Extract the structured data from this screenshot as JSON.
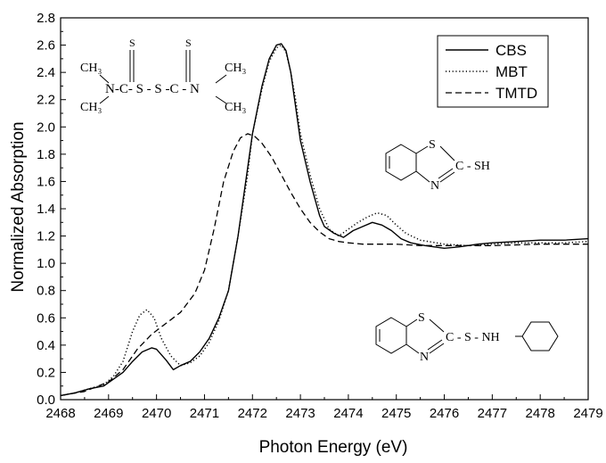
{
  "chart_data": {
    "type": "line",
    "xlabel": "Photon Energy (eV)",
    "ylabel": "Normalized Absorption",
    "xlim": [
      2468,
      2479
    ],
    "ylim": [
      0.0,
      2.8
    ],
    "xticks": [
      "2468",
      "2469",
      "2470",
      "2471",
      "2472",
      "2473",
      "2474",
      "2475",
      "2476",
      "2477",
      "2478",
      "2479"
    ],
    "yticks": [
      "0.0",
      "0.2",
      "0.4",
      "0.6",
      "0.8",
      "1.0",
      "1.2",
      "1.4",
      "1.6",
      "1.8",
      "2.0",
      "2.2",
      "2.4",
      "2.6",
      "2.8"
    ],
    "grid": false,
    "legend_position": "top-right",
    "series": [
      {
        "name": "CBS",
        "style": "solid",
        "x": [
          2468.0,
          2468.3,
          2468.6,
          2468.9,
          2469.1,
          2469.3,
          2469.5,
          2469.7,
          2469.9,
          2470.0,
          2470.1,
          2470.2,
          2470.35,
          2470.5,
          2470.7,
          2470.9,
          2471.1,
          2471.3,
          2471.5,
          2471.7,
          2471.9,
          2472.0,
          2472.2,
          2472.35,
          2472.5,
          2472.6,
          2472.7,
          2472.8,
          2472.9,
          2473.0,
          2473.2,
          2473.4,
          2473.5,
          2473.7,
          2473.9,
          2474.1,
          2474.3,
          2474.5,
          2474.7,
          2474.9,
          2475.1,
          2475.3,
          2475.6,
          2476.0,
          2476.3,
          2476.7,
          2477.0,
          2477.5,
          2478.0,
          2478.5,
          2479.0
        ],
        "y": [
          0.03,
          0.05,
          0.08,
          0.1,
          0.15,
          0.2,
          0.28,
          0.35,
          0.38,
          0.37,
          0.33,
          0.29,
          0.22,
          0.25,
          0.28,
          0.35,
          0.45,
          0.6,
          0.8,
          1.2,
          1.7,
          1.95,
          2.3,
          2.5,
          2.6,
          2.61,
          2.56,
          2.4,
          2.15,
          1.9,
          1.6,
          1.35,
          1.27,
          1.22,
          1.19,
          1.24,
          1.27,
          1.3,
          1.28,
          1.24,
          1.18,
          1.15,
          1.13,
          1.11,
          1.12,
          1.14,
          1.15,
          1.16,
          1.17,
          1.17,
          1.18
        ]
      },
      {
        "name": "MBT",
        "style": "dotted",
        "x": [
          2468.0,
          2468.3,
          2468.6,
          2468.9,
          2469.1,
          2469.3,
          2469.5,
          2469.65,
          2469.8,
          2469.95,
          2470.1,
          2470.3,
          2470.5,
          2470.7,
          2470.9,
          2471.1,
          2471.3,
          2471.5,
          2471.7,
          2471.9,
          2472.0,
          2472.2,
          2472.35,
          2472.5,
          2472.6,
          2472.7,
          2472.8,
          2472.9,
          2473.0,
          2473.2,
          2473.4,
          2473.6,
          2473.8,
          2474.0,
          2474.2,
          2474.4,
          2474.6,
          2474.8,
          2475.0,
          2475.2,
          2475.5,
          2476.0,
          2476.5,
          2477.0,
          2477.5,
          2478.0,
          2478.5,
          2479.0
        ],
        "y": [
          0.03,
          0.05,
          0.08,
          0.11,
          0.17,
          0.28,
          0.5,
          0.62,
          0.66,
          0.6,
          0.45,
          0.32,
          0.25,
          0.27,
          0.32,
          0.42,
          0.58,
          0.8,
          1.2,
          1.65,
          1.95,
          2.28,
          2.48,
          2.58,
          2.6,
          2.55,
          2.4,
          2.2,
          1.95,
          1.65,
          1.4,
          1.25,
          1.2,
          1.25,
          1.3,
          1.34,
          1.37,
          1.35,
          1.28,
          1.22,
          1.17,
          1.14,
          1.13,
          1.14,
          1.15,
          1.15,
          1.15,
          1.16
        ]
      },
      {
        "name": "TMTD",
        "style": "dashed",
        "x": [
          2468.0,
          2468.5,
          2469.0,
          2469.3,
          2469.6,
          2469.9,
          2470.2,
          2470.5,
          2470.8,
          2471.0,
          2471.2,
          2471.4,
          2471.6,
          2471.75,
          2471.9,
          2472.05,
          2472.2,
          2472.4,
          2472.6,
          2472.8,
          2473.0,
          2473.2,
          2473.4,
          2473.6,
          2473.8,
          2474.0,
          2474.3,
          2474.6,
          2475.0,
          2475.5,
          2476.0,
          2477.0,
          2478.0,
          2479.0
        ],
        "y": [
          0.03,
          0.06,
          0.13,
          0.22,
          0.37,
          0.48,
          0.56,
          0.64,
          0.78,
          0.95,
          1.25,
          1.6,
          1.82,
          1.92,
          1.95,
          1.93,
          1.88,
          1.78,
          1.65,
          1.52,
          1.4,
          1.3,
          1.23,
          1.18,
          1.16,
          1.15,
          1.14,
          1.14,
          1.14,
          1.13,
          1.13,
          1.13,
          1.14,
          1.14
        ]
      }
    ]
  },
  "structures": {
    "tmtd": {
      "ch3_ul": "CH₃",
      "ch3_ll": "CH₃",
      "ch3_ur": "CH₃",
      "ch3_lr": "CH₃",
      "s_top_left": "S",
      "s_top_right": "S",
      "chain": "N-C- S - S -C - N"
    },
    "mbt": {
      "s_label": "S",
      "c_sh_label": "C - SH",
      "n_label": "N"
    },
    "cbs": {
      "s_label": "S",
      "c_chain_label": "C - S - NH",
      "n_label": "N"
    }
  }
}
